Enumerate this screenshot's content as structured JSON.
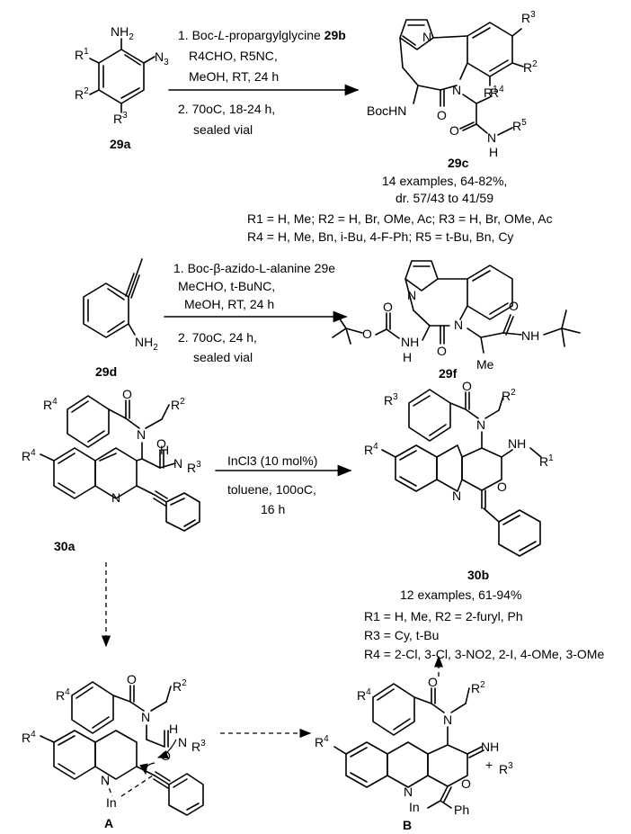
{
  "reaction1": {
    "reactant_label": "29a",
    "reactant_atoms": {
      "nh2": "NH",
      "nh2_sub": "2",
      "n3": "N",
      "n3_sub": "3",
      "r1": "R",
      "r1_sup": "1",
      "r2": "R",
      "r2_sup": "2",
      "r3": "R",
      "r3_sup": "3"
    },
    "cond_step1_line1_pre": "1. Boc-",
    "cond_step1_line1_it": "L",
    "cond_step1_line1_post": "-propargylglycine ",
    "cond_step1_line1_bold": "29b",
    "cond_step1_line2": "R4CHO, R5NC,",
    "cond_step1_line3": "MeOH, RT, 24 h",
    "cond_step2_line1": "2. 70oC, 18-24 h,",
    "cond_step2_line2": "sealed vial",
    "product_label": "29c",
    "product_atoms": {
      "n": "N",
      "o": "O",
      "boc": "BocHN",
      "nh": "N",
      "h": "H",
      "r1": "R",
      "r1_sup": "1",
      "r2": "R",
      "r2_sup": "2",
      "r3": "R",
      "r3_sup": "3",
      "r4": "R",
      "r4_sup": "4",
      "r5": "R",
      "r5_sup": "5"
    },
    "yield": "14 examples, 64-82%,",
    "dr": "dr. 57/43 to 41/59",
    "subst_line1": "R1 = H, Me; R2 = H, Br, OMe, Ac; R3 = H, Br, OMe, Ac",
    "subst_line2": "R4 = H, Me, Bn, i-Bu, 4-F-Ph; R5 = t-Bu, Bn, Cy"
  },
  "reaction2": {
    "reactant_label": "29d",
    "reactant_atoms": {
      "nh2": "NH",
      "nh2_sub": "2"
    },
    "cond_step1_line1": "1. Boc-β-azido-L-alanine 29e",
    "cond_step1_line2": "MeCHO, t-BuNC,",
    "cond_step1_line3": "MeOH, RT, 24 h",
    "cond_step2_line1": "2. 70oC, 24 h,",
    "cond_step2_line2": "sealed vial",
    "product_label": "29f",
    "product_atoms": {
      "n": "N",
      "o": "O",
      "nh": "NH",
      "h": "H",
      "me": "Me"
    }
  },
  "reaction3": {
    "reactant_label": "30a",
    "cond_line1": "InCl3 (10 mol%)",
    "cond_line2": "toluene, 100oC,",
    "cond_line3": "16 h",
    "product_label": "30b",
    "product_atoms": {
      "n": "N",
      "o": "O",
      "h": "H",
      "r1": "R",
      "r1_sup": "1",
      "r2": "R",
      "r2_sup": "2",
      "r3": "R",
      "r3_sup": "3",
      "r4": "R",
      "r4_sup": "4"
    },
    "yield": "12 examples, 61-94%",
    "subst_line1": "R1 = H, Me, R2 = 2-furyl, Ph",
    "subst_line2": "R3 = Cy, t-Bu",
    "subst_line3": "R4 = 2-Cl, 3-Cl, 3-NO2, 2-I, 4-OMe, 3-OMe"
  },
  "intermediates": {
    "a_label": "A",
    "b_label": "B",
    "metal": "In",
    "ph": "Ph",
    "plus": "+"
  }
}
